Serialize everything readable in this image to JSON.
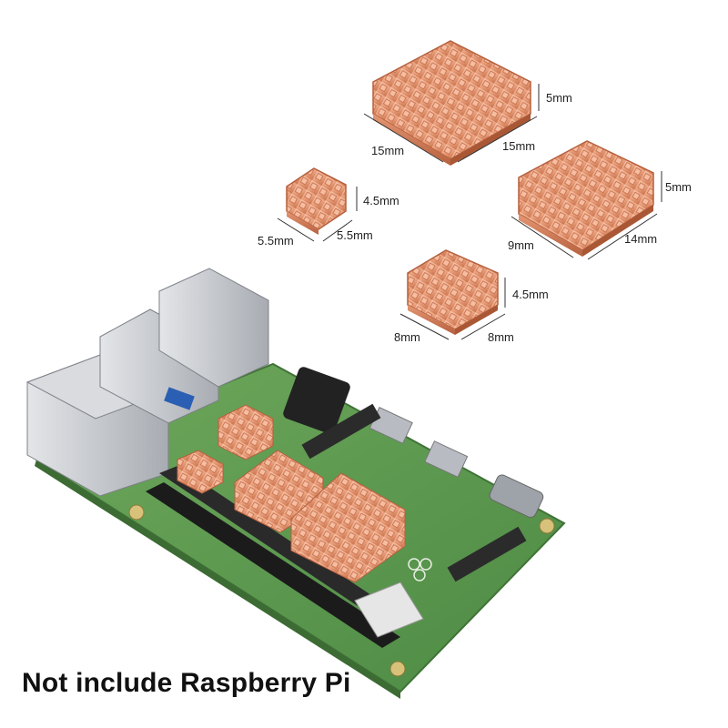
{
  "caption": "Not include Raspberry Pi",
  "colors": {
    "copper_light": "#f4b498",
    "copper_mid": "#e59a76",
    "copper_dark": "#c56c47",
    "pcb_green": "#5f9c4f",
    "metal": "#c9ccd0"
  },
  "heatsinks": [
    {
      "id": "large",
      "dims": {
        "width": "15mm",
        "depth": "15mm",
        "height": "5mm"
      }
    },
    {
      "id": "medium",
      "dims": {
        "width": "9mm",
        "depth": "14mm",
        "height": "5mm"
      }
    },
    {
      "id": "small",
      "dims": {
        "width": "5.5mm",
        "depth": "5.5mm",
        "height": "4.5mm"
      }
    },
    {
      "id": "mini",
      "dims": {
        "width": "8mm",
        "depth": "8mm",
        "height": "4.5mm"
      }
    }
  ]
}
